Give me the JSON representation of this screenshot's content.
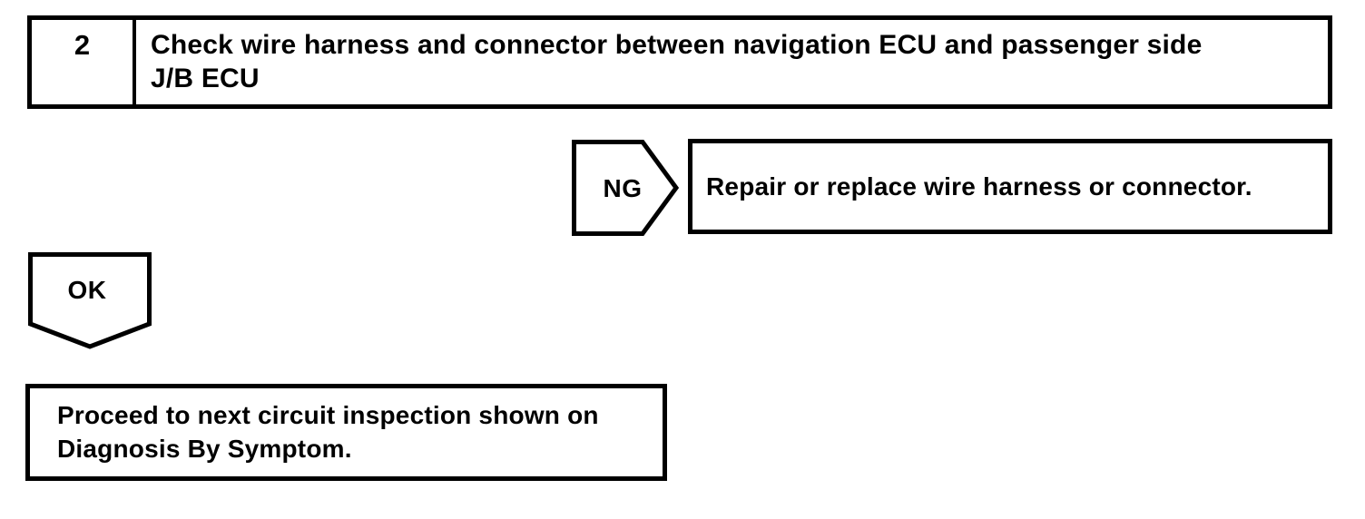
{
  "page": {
    "background_color": "#ffffff",
    "line_color": "#000000",
    "text_color": "#000000"
  },
  "flowchart": {
    "step_header": {
      "number": "2",
      "title_lines": [
        "Check wire harness and connector between navigation ECU and passenger side",
        "J/B ECU"
      ]
    },
    "ng_branch": {
      "connector_label": "NG",
      "action": "Repair or replace wire harness or connector."
    },
    "ok_branch": {
      "connector_label": "OK",
      "action_lines": [
        "Proceed to next circuit inspection shown on",
        "Diagnosis By Symptom."
      ]
    }
  }
}
